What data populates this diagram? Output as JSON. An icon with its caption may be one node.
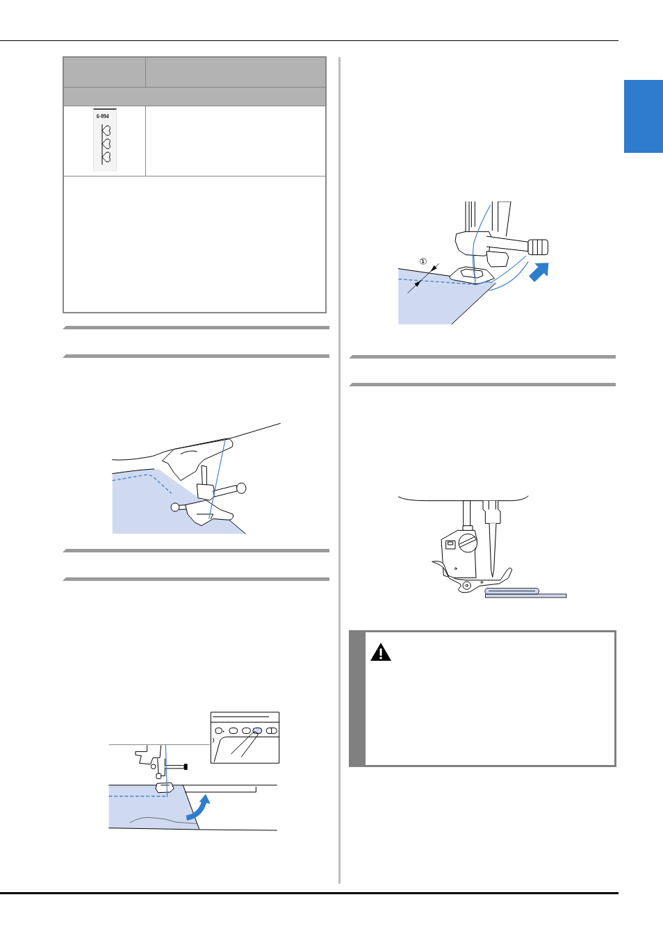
{
  "diagram": {
    "nodes": [
      {
        "text": [],
        "shape": "box"
      }
    ],
    "labels": [
      "6-094",
      "①"
    ]
  }
}
